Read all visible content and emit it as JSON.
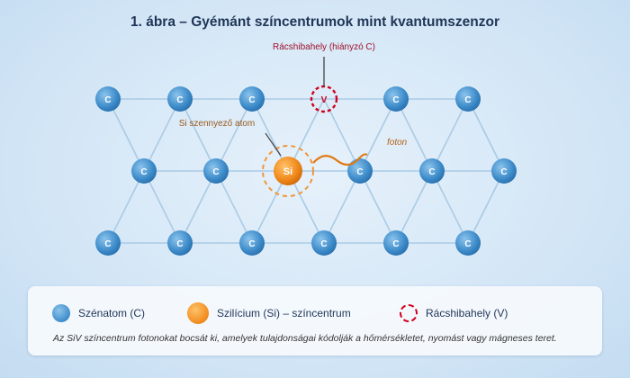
{
  "title": "1. ábra – Gyémánt színcentrumok mint kvantumszenzor",
  "labels": {
    "vacancy": "Rácshibahely (hiányzó C)",
    "impurity": "Si szennyező atom",
    "photon": "foton"
  },
  "lattice": {
    "top": [
      "C",
      "C",
      "C",
      "V",
      "C",
      "C"
    ],
    "middle": [
      "C",
      "C",
      "Si",
      "C",
      "C",
      "C"
    ],
    "bottom": [
      "C",
      "C",
      "C",
      "C",
      "C",
      "C"
    ]
  },
  "legend": {
    "carbon": "Szénatom (C)",
    "silicon": "Szilícium (Si) – színcentrum",
    "vacancy": "Rácshibahely (V)",
    "note": "Az SiV színcentrum fotonokat bocsát ki, amelyek tulajdonságai kódolják a hőmérsékletet, nyomást vagy mágneses teret."
  },
  "colors": {
    "carbon": "#3f8dcb",
    "silicon": "#f08a1c",
    "vacancy": "#d0021b",
    "title": "#1e3556"
  }
}
